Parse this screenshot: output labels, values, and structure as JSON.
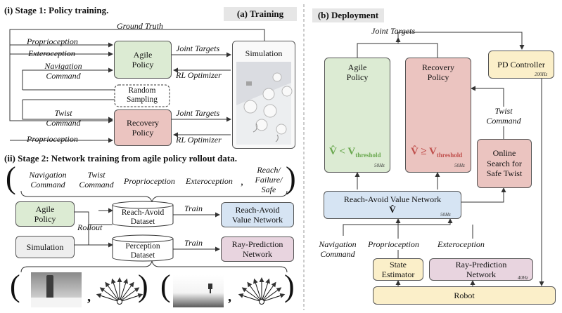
{
  "stage1": {
    "title": "(i) Stage 1: Policy training.",
    "tag": "(a) Training",
    "ground_truth": "Ground Truth",
    "proprioception": "Proprioception",
    "exteroception": "Exteroception",
    "navigation_command": [
      "Navigation",
      "Command"
    ],
    "twist_command": [
      "Twist",
      "Command"
    ],
    "proprioception2": "Proprioception",
    "agile_policy": [
      "Agile",
      "Policy"
    ],
    "recovery_policy": [
      "Recovery",
      "Policy"
    ],
    "random_sampling": [
      "Random",
      "Sampling"
    ],
    "joint_targets_1": "Joint Targets",
    "rl_optimizer_1": "RL Optimizer",
    "joint_targets_2": "Joint Targets",
    "rl_optimizer_2": "RL Optimizer",
    "simulation": "Simulation"
  },
  "stage2": {
    "title": "(ii) Stage 2: Network training from agile policy rollout data.",
    "inputs": {
      "navigation_command": [
        "Navigation",
        "Command"
      ],
      "twist_command": [
        "Twist",
        "Command"
      ],
      "proprioception": "Proprioception",
      "exteroception": "Exteroception",
      "comma": ",",
      "reach": [
        "Reach/",
        "Failure/",
        "Safe"
      ]
    },
    "agile_policy": [
      "Agile",
      "Policy"
    ],
    "simulation": "Simulation",
    "rollout": "Rollout",
    "reach_avoid_dataset": [
      "Reach-Avoid",
      "Dataset"
    ],
    "perception_dataset": [
      "Perception",
      "Dataset"
    ],
    "train_1": "Train",
    "train_2": "Train",
    "reach_avoid_value_network": [
      "Reach-Avoid",
      "Value Network"
    ],
    "ray_prediction_network": [
      "Ray-Prediction",
      "Network"
    ],
    "comma_1": ",",
    "comma_2": ","
  },
  "deployment": {
    "tag": "(b) Deployment",
    "joint_targets": "Joint Targets",
    "agile_policy": [
      "Agile",
      "Policy"
    ],
    "recovery_policy": [
      "Recovery",
      "Policy"
    ],
    "agile_condition": {
      "v": "V̂",
      "op": "<",
      "threshold": "V",
      "sub": "threshold"
    },
    "recovery_condition": {
      "v": "V̂",
      "op": "≥",
      "threshold": "V",
      "sub": "threshold"
    },
    "agile_hz": "50Hz",
    "recovery_hz": "50Hz",
    "pd_controller": "PD Controller",
    "pd_hz": "200Hz",
    "twist_command": [
      "Twist",
      "Command"
    ],
    "online_search": [
      "Online",
      "Search for",
      "Safe Twist"
    ],
    "reach_avoid_value_network": "Reach-Avoid Value Network",
    "v_hat": "V̂",
    "value_hz": "50Hz",
    "navigation_command": [
      "Navigation",
      "Command"
    ],
    "proprioception": "Proprioception",
    "exteroception": "Exteroception",
    "state_estimator": [
      "State",
      "Estimator"
    ],
    "ray_prediction_network": [
      "Ray-Prediction",
      "Network"
    ],
    "ray_hz": "40Hz",
    "robot": "Robot"
  },
  "colors": {
    "green": "#dcebd3",
    "red": "#ebc4c0",
    "blue": "#d6e4f3",
    "purple": "#e8d4df",
    "yellow": "#fbefc9",
    "gray": "#eeeeee",
    "green_text": "#6aa84f",
    "red_text": "#c0504d"
  }
}
